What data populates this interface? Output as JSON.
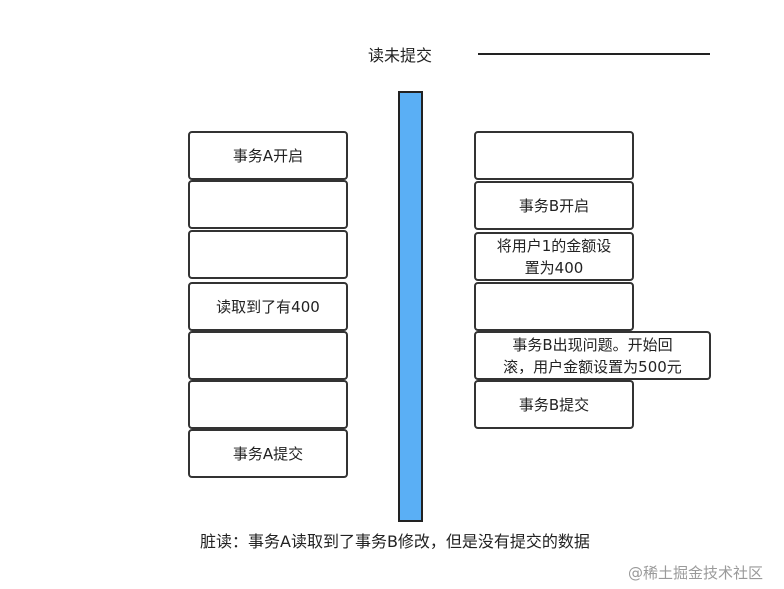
{
  "heading": "读未提交",
  "transaction_a": {
    "rows": [
      "事务A开启",
      "",
      "",
      "读取到了有400",
      "",
      "",
      "事务A提交"
    ]
  },
  "transaction_b": {
    "rows": [
      "",
      "事务B开启",
      "将用户1的金额设\n置为400",
      "",
      "事务B出现问题。开始回\n滚，用户金额设置为500元",
      "事务B提交"
    ]
  },
  "caption": "脏读：事务A读取到了事务B修改，但是没有提交的数据",
  "watermark": "@稀土掘金技术社区",
  "colors": {
    "timeline": "#5aaff5",
    "border": "#333333",
    "text": "#222222",
    "watermark": "#9a9a9a"
  }
}
